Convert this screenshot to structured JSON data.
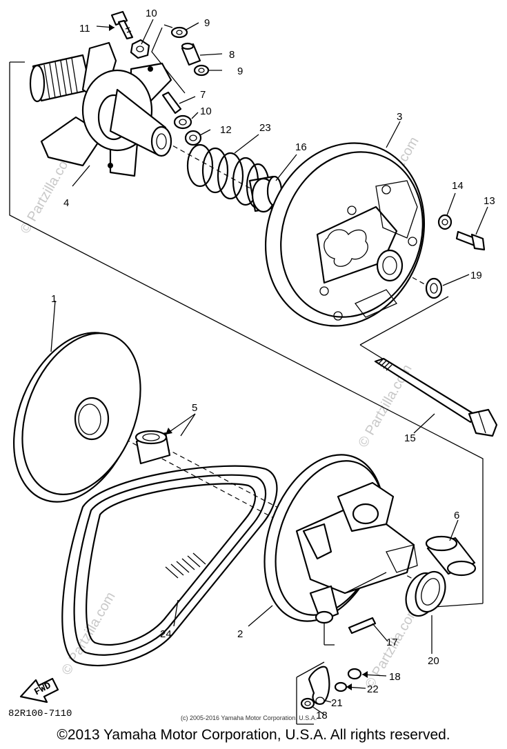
{
  "callouts": {
    "n1": "1",
    "n2": "2",
    "n3": "3",
    "n4": "4",
    "n5": "5",
    "n6": "6",
    "n7": "7",
    "n8": "8",
    "n9a": "9",
    "n9b": "9",
    "n10a": "10",
    "n10b": "10",
    "n11": "11",
    "n12": "12",
    "n13": "13",
    "n14": "14",
    "n15": "15",
    "n16": "16",
    "n17": "17",
    "n18a": "18",
    "n18b": "18",
    "n19": "19",
    "n20": "20",
    "n21": "21",
    "n22": "22",
    "n23": "23",
    "n24": "24"
  },
  "fwd_label": "FWD",
  "diagram_code": "82R100-7110",
  "small_credit": "(c) 2005-2016 Yamaha Motor Corporation, U.S.A.",
  "watermark": "© Partzilla.com",
  "copyright": "©2013 Yamaha Motor Corporation, U.S.A. All rights reserved."
}
